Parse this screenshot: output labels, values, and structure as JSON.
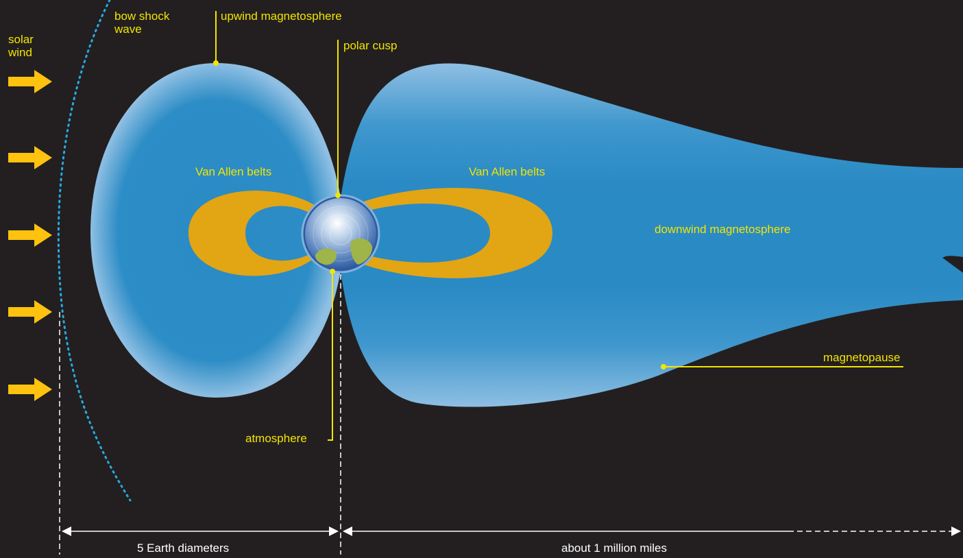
{
  "labels": {
    "solar_wind": [
      "solar",
      "wind"
    ],
    "bow_shock_wave": [
      "bow shock",
      "wave"
    ],
    "upwind_magnetosphere": "upwind magnetosphere",
    "polar_cusp": "polar cusp",
    "van_allen_left": "Van Allen belts",
    "van_allen_right": "Van Allen belts",
    "downwind_magnetosphere": "downwind magnetosphere",
    "magnetopause": "magnetopause",
    "atmosphere": "atmosphere"
  },
  "scale": {
    "left": "5 Earth diameters",
    "right": "about 1 million miles"
  },
  "colors": {
    "background": "#231f20",
    "magnetosphere": "#2a8ac4",
    "magnetosphere_edge": "#8fbfe3",
    "belts": "#e2a514",
    "arrows": "#ffc20e",
    "label_text": "#f2e500",
    "bow_shock": "#27aae1",
    "scale_lines": "#ffffff"
  },
  "icons": {
    "arrow": "solar-wind-arrow-icon",
    "earth": "earth-globe-icon"
  }
}
